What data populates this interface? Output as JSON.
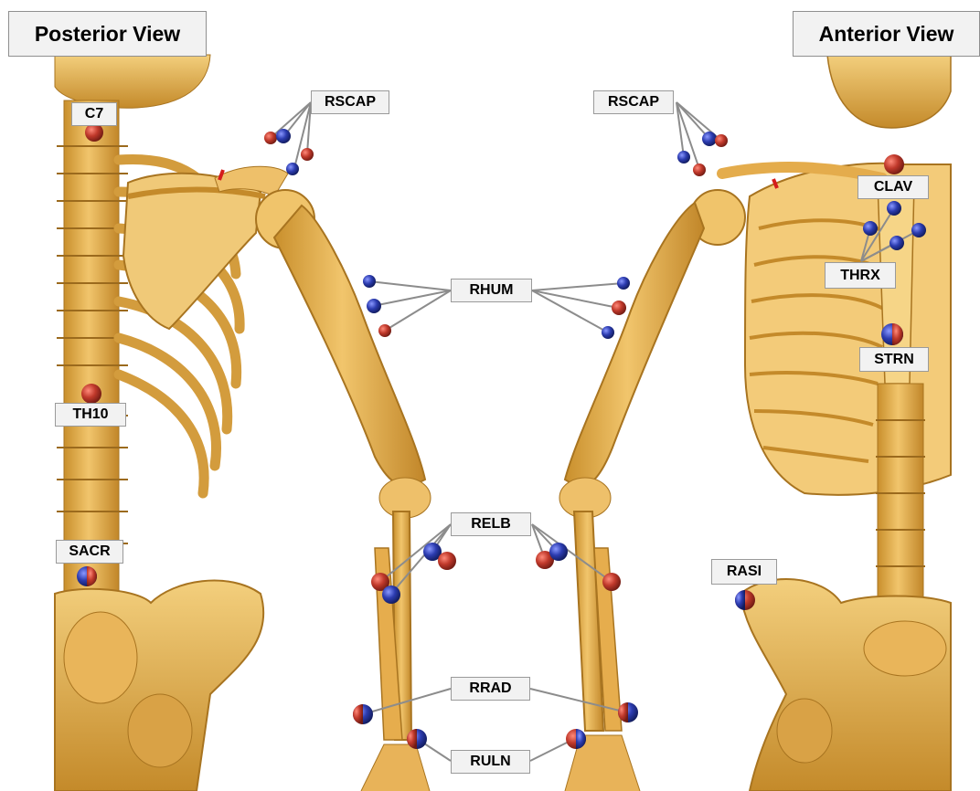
{
  "titles": {
    "posterior": "Posterior View",
    "anterior": "Anterior View"
  },
  "markers": {
    "c7": "C7",
    "th10": "TH10",
    "sacr": "SACR",
    "rscap_posterior": "RSCAP",
    "rscap_anterior": "RSCAP",
    "rhum": "RHUM",
    "relb": "RELB",
    "rrad": "RRAD",
    "ruln": "RULN",
    "clav": "CLAV",
    "thrx": "THRX",
    "strn": "STRN",
    "rasi": "RASI"
  },
  "colors": {
    "bone": "#e8b04f",
    "bone_shadow": "#b27a20",
    "bone_highlight": "#f6d587",
    "marker_red": "#c0392b",
    "marker_blue": "#2c3cb0",
    "leader_line": "#8c8c8c"
  }
}
